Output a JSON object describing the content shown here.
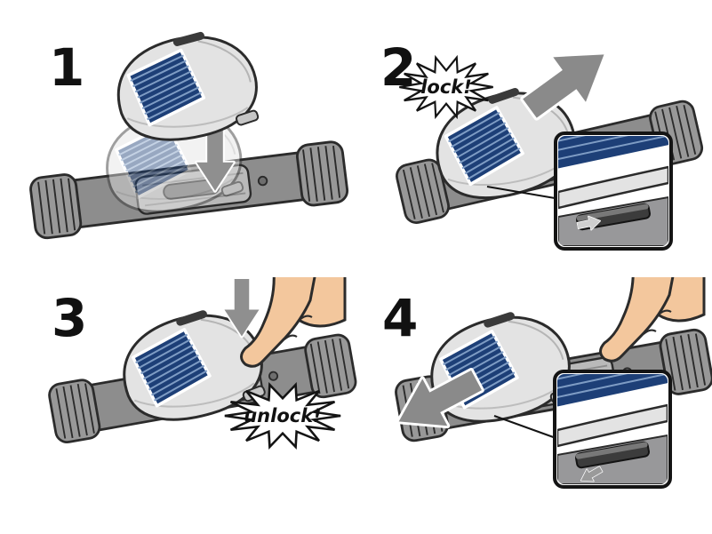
{
  "figure": {
    "kind": "four-step instruction diagram"
  },
  "panels": [
    {
      "number": "1"
    },
    {
      "number": "2",
      "callout": "lock!"
    },
    {
      "number": "3",
      "callout": "unlock!"
    },
    {
      "number": "4"
    }
  ],
  "colors": {
    "background": "#ffffff",
    "outline": "#2b2b2b",
    "strap": "#8d8d8d",
    "strap_platform": "#b9b9b9",
    "device_body": "#e3e3e3",
    "solar_panel": "#1d3f77",
    "solar_stripe": "#7e9cc4",
    "arrow": "#8f8f8f",
    "skin": "#f3c79d",
    "burst_fill": "#ffffff",
    "text": "#111111"
  }
}
